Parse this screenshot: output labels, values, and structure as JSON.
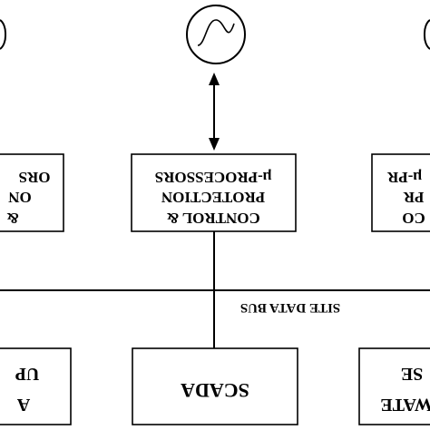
{
  "diagram": {
    "center_block": {
      "line1": "μ-PROCESSORS",
      "line2": "PROTECTION",
      "line3": "CONTROL &"
    },
    "left_block": {
      "line1": "ORS",
      "line2": "ON",
      "line3": "&"
    },
    "right_block": {
      "line1": "μ-PR",
      "line2": "PR",
      "line3": "CO"
    },
    "bus_label": "SITE DATA BUS",
    "scada_label": "SCADA",
    "bottom_left_block": {
      "line1": "UP",
      "line2": "A"
    },
    "bottom_right_block": {
      "line1": "SE",
      "line2": "WATE"
    },
    "icons": {
      "generator": "sine-wave-generator-icon",
      "arrow": "double-arrow"
    }
  }
}
